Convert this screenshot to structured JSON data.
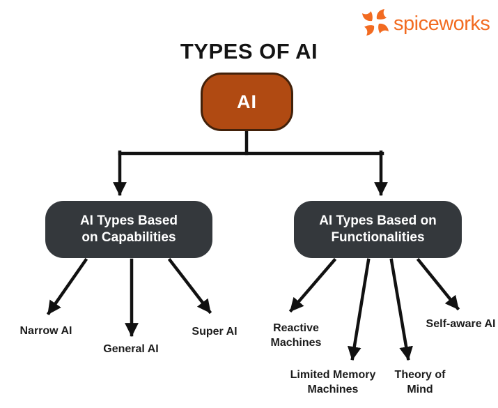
{
  "brand": {
    "name": "spiceworks",
    "color": "#F26B21",
    "icon": "spiceworks-pinwheel-icon"
  },
  "title": "TYPES OF AI",
  "diagram": {
    "root": {
      "label": "AI",
      "fill": "#B04A12",
      "text_color": "#FFFFFF"
    },
    "branches": [
      {
        "label": "AI Types Based on Capabilities",
        "fill": "#34383C",
        "text_color": "#FFFFFF",
        "children": [
          "Narrow AI",
          "General AI",
          "Super AI"
        ]
      },
      {
        "label": "AI Types Based on Functionalities",
        "fill": "#34383C",
        "text_color": "#FFFFFF",
        "children": [
          "Reactive Machines",
          "Limited Memory Machines",
          "Theory of Mind",
          "Self-aware AI"
        ]
      }
    ],
    "connector_color": "#111111"
  }
}
